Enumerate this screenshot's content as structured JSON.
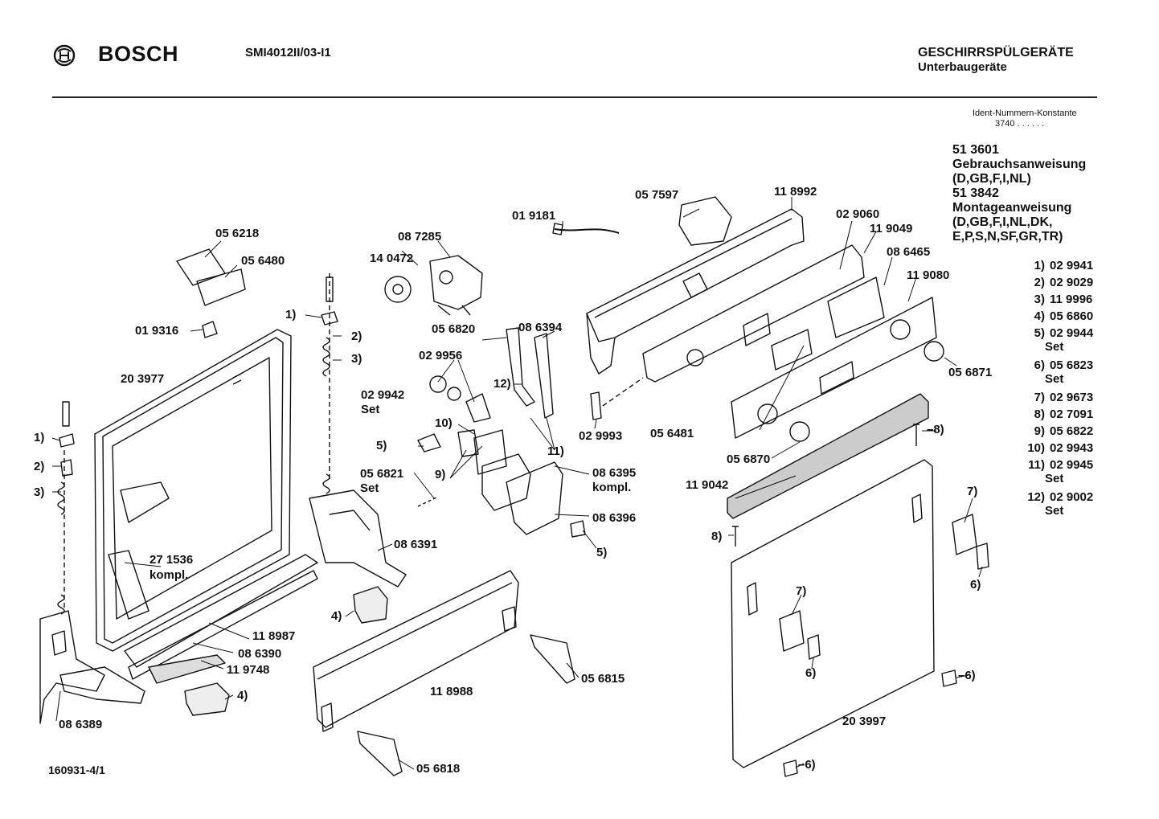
{
  "header": {
    "brand": "BOSCH",
    "model": "SMI4012II/03-I1",
    "category_line1": "GESCHIRRSPÜLGERÄTE",
    "category_line2": "Unterbaugeräte"
  },
  "ident": {
    "title": "Ident-Nummern-Konstante",
    "value": "3740  . .  . . . ."
  },
  "documents": [
    {
      "number": "51 3601",
      "title": "Gebrauchsanweisung",
      "languages": "(D,GB,F,I,NL)"
    },
    {
      "number": "51 3842",
      "title": "Montageanweisung",
      "languages_line1": "(D,GB,F,I,NL,DK,",
      "languages_line2": "E,P,S,N,SF,GR,TR)"
    }
  ],
  "legend": [
    {
      "ref": "1)",
      "part": "02 9941",
      "note": ""
    },
    {
      "ref": "2)",
      "part": "02 9029",
      "note": ""
    },
    {
      "ref": "3)",
      "part": "11 9996",
      "note": ""
    },
    {
      "ref": "4)",
      "part": "05 6860",
      "note": ""
    },
    {
      "ref": "5)",
      "part": "02 9944",
      "note": "Set"
    },
    {
      "ref": "6)",
      "part": "05 6823",
      "note": "Set"
    },
    {
      "ref": "7)",
      "part": "02 9673",
      "note": ""
    },
    {
      "ref": "8)",
      "part": "02 7091",
      "note": ""
    },
    {
      "ref": "9)",
      "part": "05 6822",
      "note": ""
    },
    {
      "ref": "10)",
      "part": "02 9943",
      "note": ""
    },
    {
      "ref": "11)",
      "part": "02 9945",
      "note": "Set"
    },
    {
      "ref": "12)",
      "part": "02 9002",
      "note": "Set"
    }
  ],
  "callouts": {
    "p056218": "05 6218",
    "p056480": "05 6480",
    "p019316": "01 9316",
    "p203977": "20 3977",
    "p087285": "08 7285",
    "p140472": "14 0472",
    "p019181": "01 9181",
    "p057597": "05 7597",
    "p118992": "11 8992",
    "p029060": "02 9060",
    "p119049": "11 9049",
    "p086465": "08 6465",
    "p119080": "11 9080",
    "p056820": "05 6820",
    "p086394": "08 6394",
    "p029956": "02 9956",
    "p029942": "02 9942",
    "set": "Set",
    "p029993": "02 9993",
    "p056481": "05 6481",
    "p056871": "05 6871",
    "p056821": "05 6821",
    "p086395": "08 6395",
    "kompl": "kompl.",
    "p086396": "08 6396",
    "p056870": "05 6870",
    "p119042": "11 9042",
    "p271536": "27 1536",
    "p086391": "08 6391",
    "p118987": "11 8987",
    "p086390": "08 6390",
    "p119748": "11 9748",
    "p118988": "11 8988",
    "p056815": "05 6815",
    "p086389": "08 6389",
    "p056818": "05 6818",
    "p203997": "20 3997",
    "r1": "1)",
    "r2": "2)",
    "r3": "3)",
    "r4": "4)",
    "r5": "5)",
    "r6": "6)",
    "r7": "7)",
    "r8": "8)",
    "r9": "9)",
    "r10": "10)",
    "r11": "11)",
    "r12": "12)",
    "r6b": "–6)",
    "r8b": "–8)"
  },
  "footer": {
    "drawing_number": "160931-4/1"
  }
}
